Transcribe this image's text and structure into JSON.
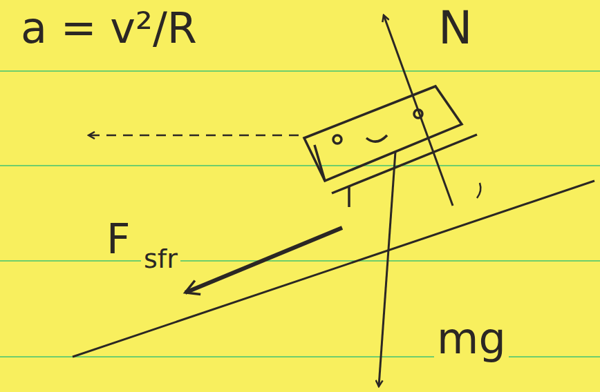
{
  "diagram": {
    "labels": [
      "a = v²/R",
      "N",
      "F",
      "sfr",
      "mg"
    ]
  }
}
